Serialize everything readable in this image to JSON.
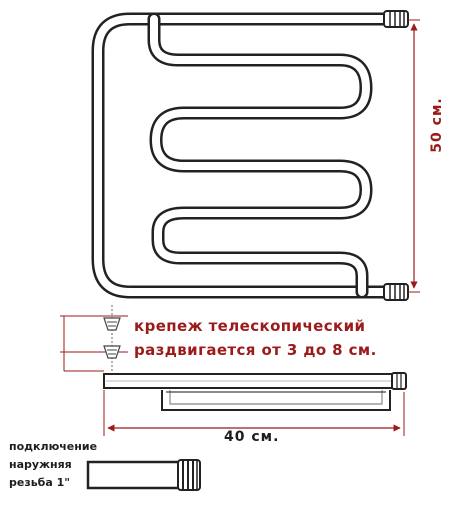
{
  "dimensions": {
    "height_label": "50 см.",
    "width_label": "40 см."
  },
  "mount_note": {
    "line1": "крепеж телескопический",
    "line2": "раздвигается от 3 до 8 см."
  },
  "connection_note": {
    "line1": "подключение",
    "line2": "наружняя",
    "line3": "резьба 1\""
  },
  "colors": {
    "pipe_stroke": "#222222",
    "dimension_red": "#9b1b1b",
    "text_dark": "#1e1e1e"
  }
}
